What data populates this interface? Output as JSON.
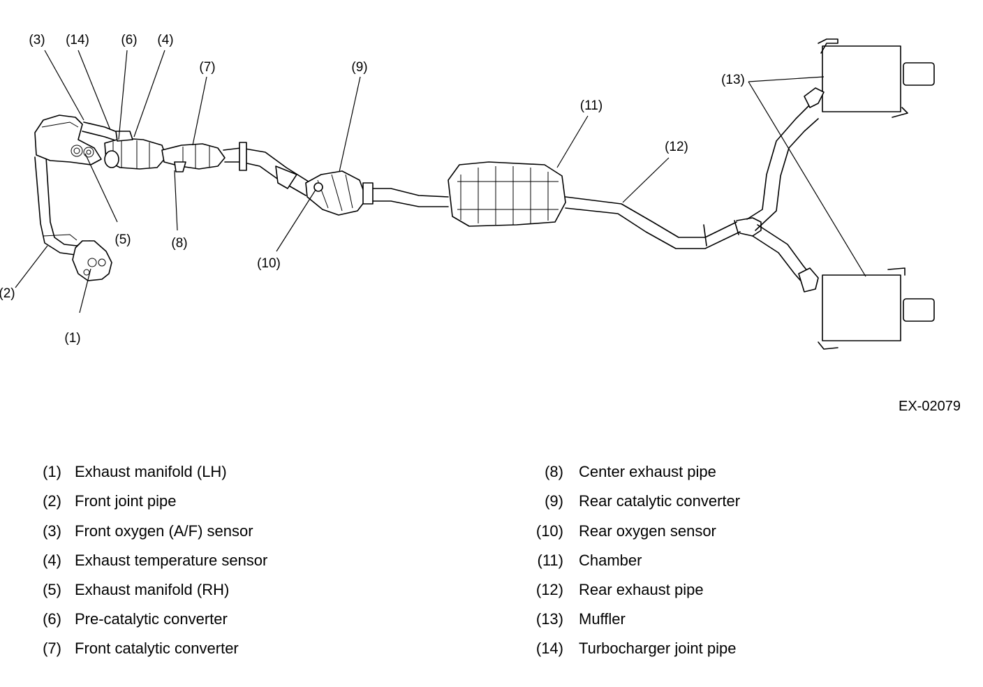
{
  "figure_id": "EX-02079",
  "callouts": [
    "(1)",
    "(2)",
    "(3)",
    "(4)",
    "(5)",
    "(6)",
    "(7)",
    "(8)",
    "(9)",
    "(10)",
    "(11)",
    "(12)",
    "(13)",
    "(14)"
  ],
  "legend": [
    {
      "num": "(1)",
      "label": "Exhaust manifold (LH)"
    },
    {
      "num": "(2)",
      "label": "Front joint pipe"
    },
    {
      "num": "(3)",
      "label": "Front oxygen (A/F) sensor"
    },
    {
      "num": "(4)",
      "label": "Exhaust temperature sensor"
    },
    {
      "num": "(5)",
      "label": "Exhaust manifold (RH)"
    },
    {
      "num": "(6)",
      "label": "Pre-catalytic converter"
    },
    {
      "num": "(7)",
      "label": "Front catalytic converter"
    },
    {
      "num": "(8)",
      "label": "Center exhaust pipe"
    },
    {
      "num": "(9)",
      "label": "Rear catalytic converter"
    },
    {
      "num": "(10)",
      "label": "Rear oxygen sensor"
    },
    {
      "num": "(11)",
      "label": "Chamber"
    },
    {
      "num": "(12)",
      "label": "Rear exhaust pipe"
    },
    {
      "num": "(13)",
      "label": "Muffler"
    },
    {
      "num": "(14)",
      "label": "Turbocharger joint pipe"
    }
  ]
}
